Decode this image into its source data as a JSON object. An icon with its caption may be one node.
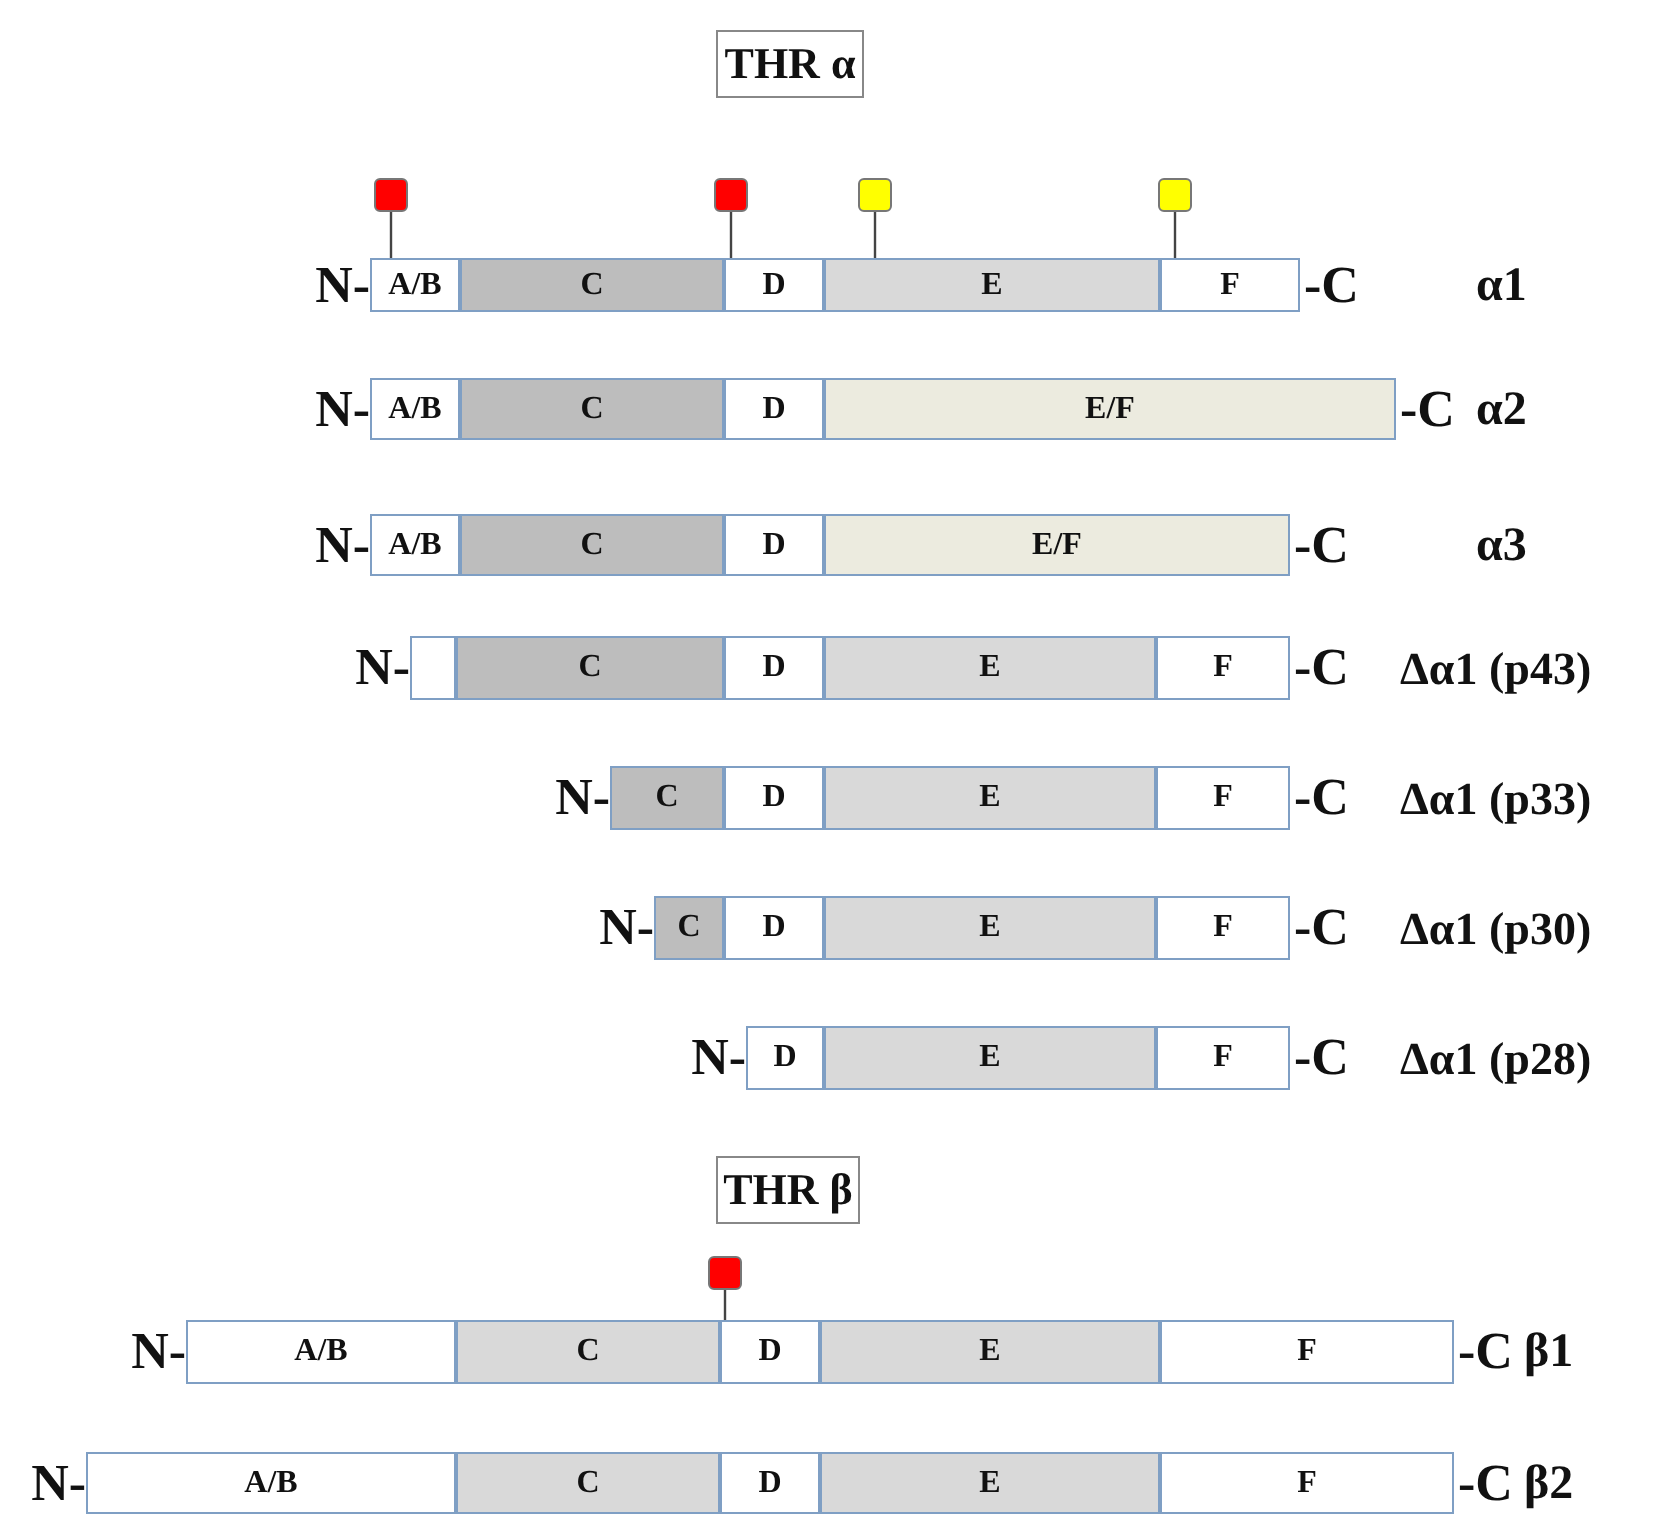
{
  "diagram": {
    "nodes": [
      {
        "text": [
          "THR α"
        ]
      },
      {
        "text": [],
        "shape": "box"
      },
      {
        "text": [],
        "shape": "box"
      },
      {
        "text": [],
        "shape": "box"
      },
      {
        "text": [],
        "shape": "box"
      },
      {
        "text": [
          "A/B"
        ]
      },
      {
        "text": [
          "C"
        ]
      },
      {
        "text": [
          "D"
        ]
      },
      {
        "text": [
          "E"
        ]
      },
      {
        "text": [
          "F"
        ]
      },
      {
        "text": [
          "A/B"
        ]
      },
      {
        "text": [
          "C"
        ]
      },
      {
        "text": [
          "D"
        ]
      },
      {
        "text": [
          "E/F"
        ]
      },
      {
        "text": [
          "A/B"
        ]
      },
      {
        "text": [
          "C"
        ]
      },
      {
        "text": [
          "D"
        ]
      },
      {
        "text": [
          "E/F"
        ]
      },
      {
        "text": [],
        "shape": "box"
      },
      {
        "text": [
          "C"
        ]
      },
      {
        "text": [
          "D"
        ]
      },
      {
        "text": [
          "E"
        ]
      },
      {
        "text": [
          "F"
        ]
      },
      {
        "text": [
          "C"
        ]
      },
      {
        "text": [
          "D"
        ]
      },
      {
        "text": [
          "E"
        ]
      },
      {
        "text": [
          "F"
        ]
      },
      {
        "text": [
          "C"
        ]
      },
      {
        "text": [
          "D"
        ]
      },
      {
        "text": [
          "E"
        ]
      },
      {
        "text": [
          "F"
        ]
      },
      {
        "text": [
          "D"
        ]
      },
      {
        "text": [
          "E"
        ]
      },
      {
        "text": [
          "F"
        ]
      },
      {
        "text": [
          "THR β"
        ]
      },
      {
        "text": [],
        "shape": "box"
      },
      {
        "text": [
          "A/B"
        ]
      },
      {
        "text": [
          "C"
        ]
      },
      {
        "text": [
          "D"
        ]
      },
      {
        "text": [
          "E"
        ]
      },
      {
        "text": [
          "F"
        ]
      },
      {
        "text": [
          "A/B"
        ]
      },
      {
        "text": [
          "C"
        ]
      },
      {
        "text": [
          "D"
        ]
      },
      {
        "text": [
          "E"
        ]
      },
      {
        "text": [
          "F"
        ]
      }
    ],
    "edges": [
      {
        "from": 1,
        "to": 5,
        "arrow": "none"
      },
      {
        "from": 2,
        "to": 7,
        "arrow": "none"
      },
      {
        "from": 3,
        "to": 8,
        "arrow": "none"
      },
      {
        "from": 4,
        "to": 9,
        "arrow": "none"
      },
      {
        "from": 35,
        "to": 38,
        "arrow": "none"
      }
    ],
    "labels": [
      "N-",
      "-C",
      "α1",
      "N-",
      "-C",
      "α2",
      "N-",
      "-C",
      "α3",
      "N-",
      "-C",
      "Δα1 (p43)",
      "N-",
      "-C",
      "Δα1 (p33)",
      "N-",
      "-C",
      "Δα1 (p30)",
      "N-",
      "-C",
      "Δα1 (p28)",
      "N-",
      "-C",
      "β1",
      "N-",
      "-C",
      "β2"
    ]
  }
}
